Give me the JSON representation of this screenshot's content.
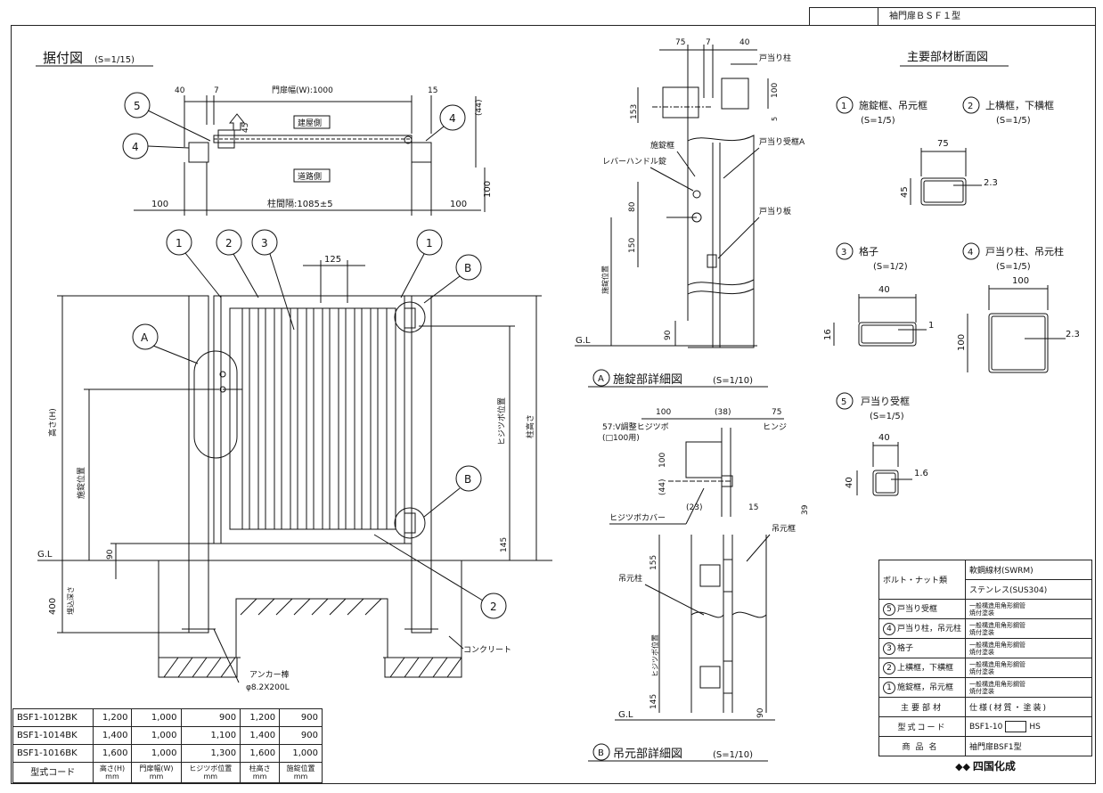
{
  "title_block": {
    "name": "袖門扉ＢＳＦ１型"
  },
  "install_view": {
    "title": "据付図",
    "scale": "(S=1/15)",
    "dims": {
      "d40": "40",
      "d7": "7",
      "width_label": "門扉幅(W):1000",
      "d15": "15",
      "d44": "(44)",
      "d45": "45",
      "d100_right": "100",
      "d100_left": "100",
      "d100_bottom_right": "100",
      "pitch": "柱間隔:1085±5",
      "d125": "125",
      "height_label": "高さ(H)",
      "lock_pos": "施錠位置",
      "hinge_pos": "ヒジツボ位置",
      "post_height": "柱高さ",
      "d90": "90",
      "d145": "145",
      "d400": "400",
      "embed": "埋込深さ"
    },
    "labels": {
      "house_side": "建屋側",
      "road_side": "道路側",
      "gl": "G.L",
      "concrete": "コンクリート",
      "anchor1": "アンカー棒",
      "anchor2": "φ8.2X200L"
    },
    "callouts": [
      "1",
      "2",
      "3",
      "4",
      "5",
      "A",
      "B"
    ]
  },
  "detail_a": {
    "title": "施錠部詳細図",
    "scale": "(S=1/10)",
    "dims": {
      "d75": "75",
      "d7": "7",
      "d40": "40",
      "d153": "153",
      "d100": "100",
      "d5": "5",
      "d80": "80",
      "d150": "150",
      "d90": "90"
    },
    "labels": {
      "stop_post": "戸当り柱",
      "lock_frame": "施錠框",
      "stop_frame_a": "戸当り受框A",
      "lever_lock": "レバーハンドル錠",
      "stop_plate": "戸当り板",
      "lock_pos": "施錠位置",
      "gl": "G.L"
    }
  },
  "detail_b": {
    "title": "吊元部詳細図",
    "scale": "(S=1/10)",
    "dims": {
      "d100": "100",
      "d38": "(38)",
      "d75": "75",
      "d100v": "100",
      "d44": "(44)",
      "d23": "(23)",
      "d15": "15",
      "d39": "39",
      "d155": "155",
      "d145": "145",
      "d90": "90"
    },
    "labels": {
      "adj_hinge": "57:V調整ヒジツボ",
      "adj_hinge_sub": "(□100用)",
      "hinge": "ヒンジ",
      "hinge_cover": "ヒジツボカバー",
      "hang_frame": "吊元框",
      "hang_post": "吊元柱",
      "hinge_pos": "ヒジツボ位置",
      "gl": "G.L"
    }
  },
  "sections": {
    "title": "主要部材断面図",
    "items": [
      {
        "num": "1",
        "name": "施錠框、吊元框",
        "scale": "(S=1/5)"
      },
      {
        "num": "2",
        "name": "上横框，下横框",
        "scale": "(S=1/5)"
      },
      {
        "num": "3",
        "name": "格子",
        "scale": "(S=1/2)"
      },
      {
        "num": "4",
        "name": "戸当り柱、吊元柱",
        "scale": "(S=1/5)"
      },
      {
        "num": "5",
        "name": "戸当り受框",
        "scale": "(S=1/5)"
      }
    ],
    "dims": {
      "s1w": "75",
      "s1h": "45",
      "s1t": "2.3",
      "s3w": "40",
      "s3h": "16",
      "s3t": "1",
      "s4w": "100",
      "s4h": "100",
      "s4t": "2.3",
      "s5w": "40",
      "s5h": "40",
      "s5t": "1.6"
    }
  },
  "model_table": {
    "rows": [
      [
        "BSF1-1012BK",
        "1,200",
        "1,000",
        "900",
        "1,200",
        "900"
      ],
      [
        "BSF1-1014BK",
        "1,400",
        "1,000",
        "1,100",
        "1,400",
        "900"
      ],
      [
        "BSF1-1016BK",
        "1,600",
        "1,000",
        "1,300",
        "1,600",
        "1,000"
      ]
    ],
    "header": [
      "型式コード",
      "高さ(H)",
      "門扉幅(W)",
      "ヒジツボ位置",
      "柱高さ",
      "施錠位置"
    ],
    "unit": "mm"
  },
  "spec_table": {
    "bolt_label": "ボルト・ナット類",
    "bolt_mat1": "軟鋼線材(SWRM)",
    "bolt_mat2": "ステンレス(SUS304)",
    "parts": [
      {
        "num": "5",
        "name": "戸当り受框",
        "spec1": "一般構造用角形鋼管",
        "spec2": "焼付塗装"
      },
      {
        "num": "4",
        "name": "戸当り柱，吊元柱",
        "spec1": "一般構造用角形鋼管",
        "spec2": "焼付塗装"
      },
      {
        "num": "3",
        "name": "格子",
        "spec1": "一般構造用角形鋼管",
        "spec2": "焼付塗装"
      },
      {
        "num": "2",
        "name": "上横框，下横框",
        "spec1": "一般構造用角形鋼管",
        "spec2": "焼付塗装"
      },
      {
        "num": "1",
        "name": "施錠框，吊元框",
        "spec1": "一般構造用角形鋼管",
        "spec2": "焼付塗装"
      }
    ],
    "main_part_label": "主要部材",
    "spec_label": "仕様(材質・塗装)",
    "model_code_label": "型式コード",
    "model_code_value": "BSF1-10",
    "model_code_suffix": "HS",
    "product_label": "商品名",
    "product_value": "袖門扉BSF1型",
    "logo": "四国化成"
  }
}
